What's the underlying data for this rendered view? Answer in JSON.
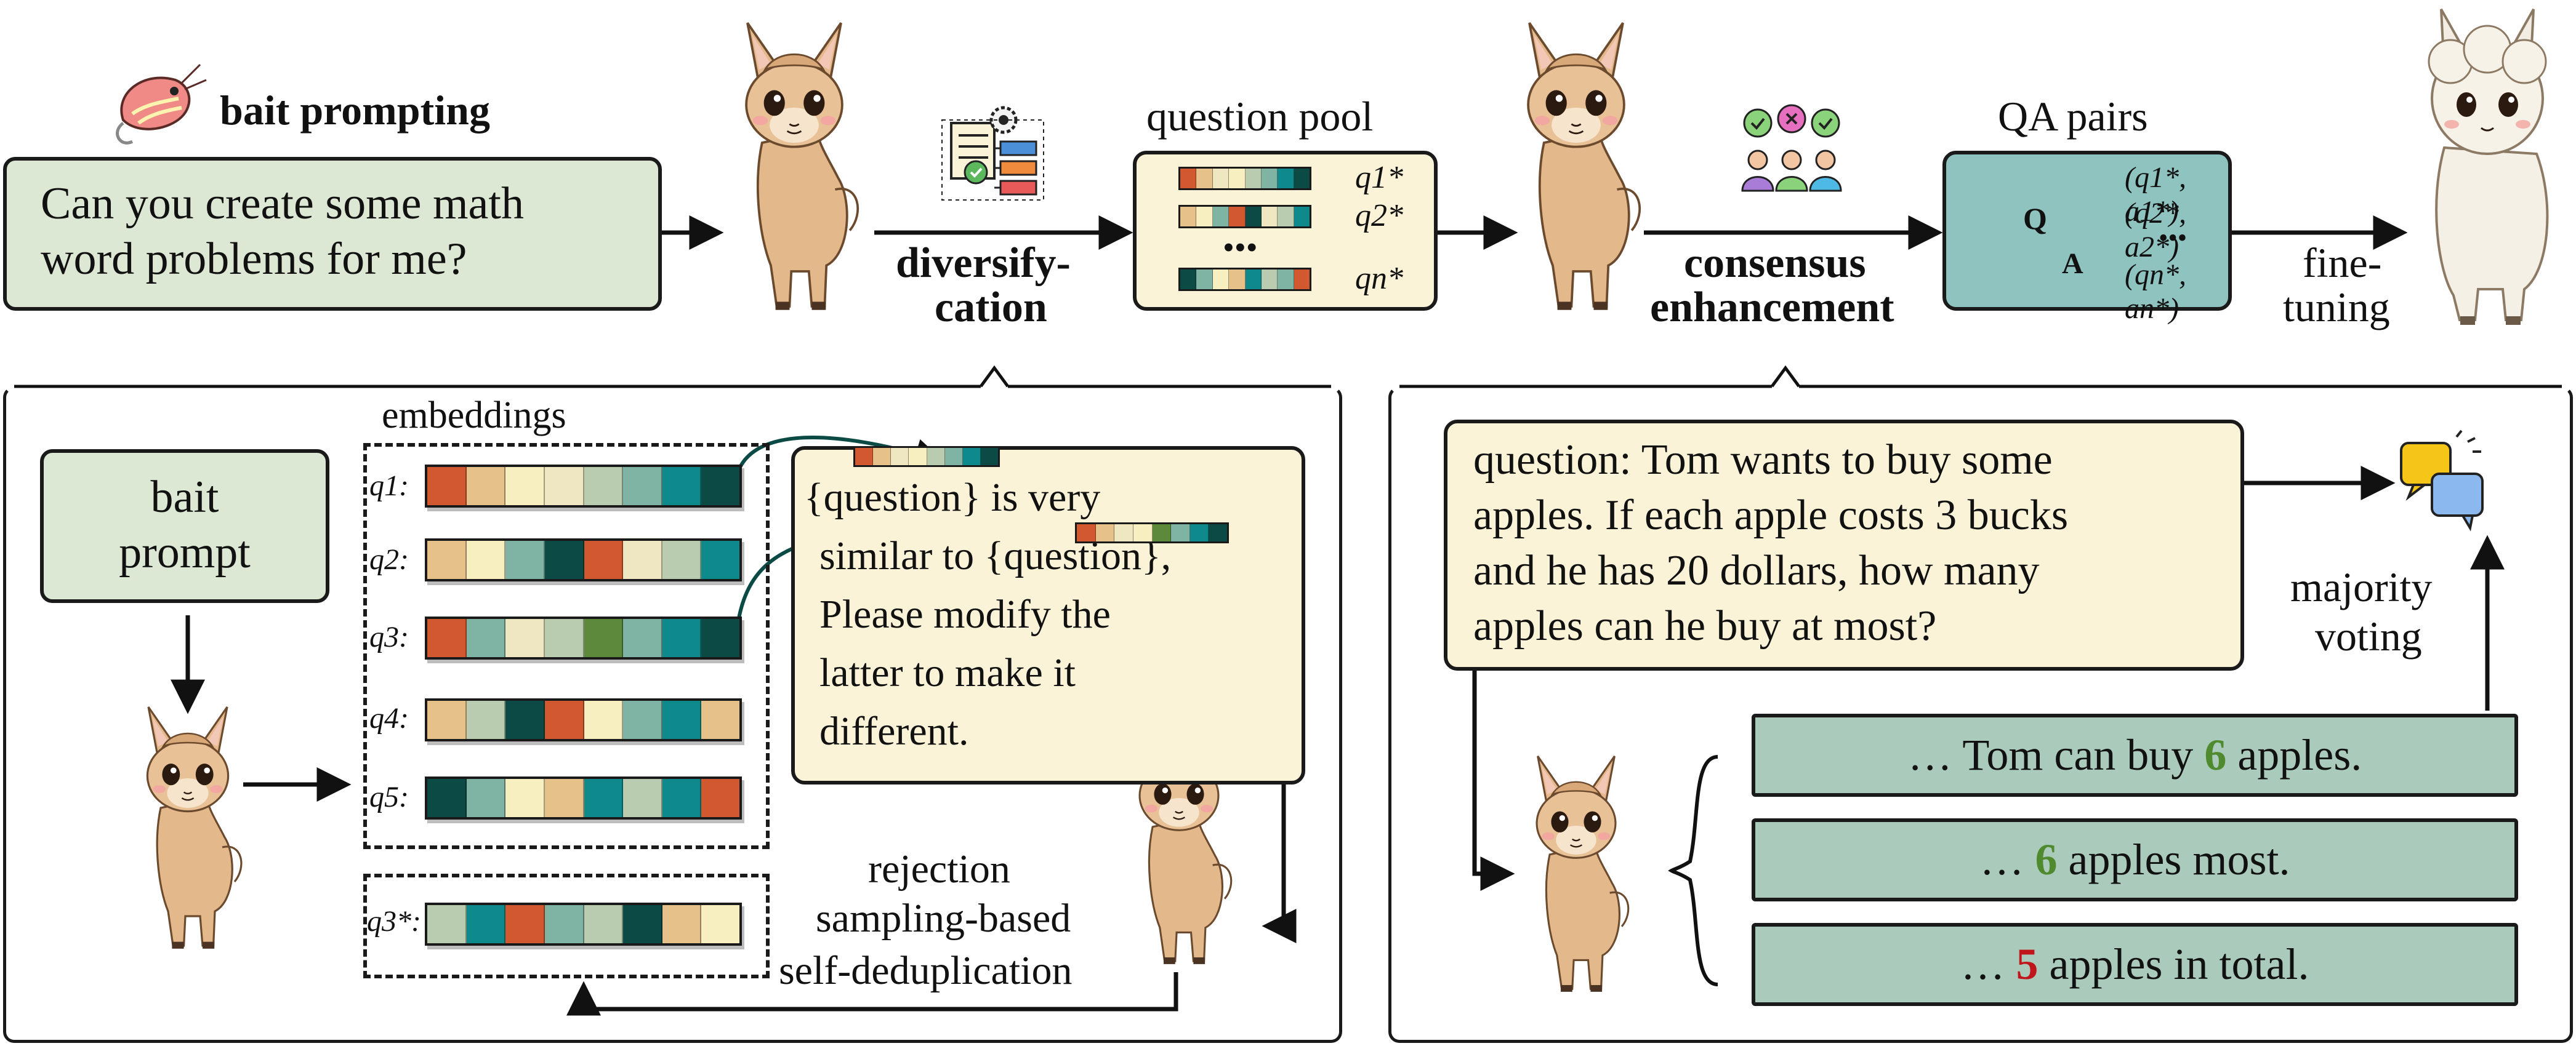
{
  "top": {
    "bait_title": "bait prompting",
    "prompt_line1": "Can you create some math",
    "prompt_line2": "word problems for me?",
    "diversify_line1": "diversify-",
    "diversify_line2": "cation",
    "question_pool_label": "question pool",
    "pool_tags": [
      "q1*",
      "q2*",
      "qn*"
    ],
    "pool_dots": "•••",
    "consensus_line1": "consensus",
    "consensus_line2": "enhancement",
    "qa_pairs_label": "QA pairs",
    "qa_items": [
      "(q1*, a1*)",
      "(q2*, a2*)",
      "(qn*, an*)"
    ],
    "qa_dots": "•••",
    "finetune_line1": "fine-",
    "finetune_line2": "tuning",
    "qa_badge_q": "Q",
    "qa_badge_a": "A"
  },
  "left_panel": {
    "bait_prompt_line1": "bait",
    "bait_prompt_line2": "prompt",
    "embeddings_label": "embeddings",
    "row_tags": [
      "q1:",
      "q2:",
      "q3:",
      "q4:",
      "q5:"
    ],
    "dedup_tag": "q3*:",
    "instruction_lines": [
      "{question} is very",
      "similar to {question},",
      "Please modify the",
      "latter to make it",
      "different."
    ],
    "rejection_lines": [
      "rejection",
      "sampling-based",
      "self-deduplication"
    ]
  },
  "right_panel": {
    "question_lines": [
      "question: Tom wants to buy some",
      "apples. If each apple costs 3 bucks",
      "and he has 20 dollars, how many",
      "apples can he buy at most?"
    ],
    "majority_line1": "majority",
    "majority_line2": "voting",
    "answers": [
      {
        "prefix": "… Tom can buy ",
        "num": "6",
        "suffix": " apples.",
        "color": "#4f8a2e"
      },
      {
        "prefix": "… ",
        "num": "6",
        "suffix": " apples most.",
        "color": "#4f8a2e"
      },
      {
        "prefix": "… ",
        "num": "5",
        "suffix": " apples in total.",
        "color": "#c0151b"
      }
    ]
  },
  "palette": {
    "orange": "#d2582f",
    "tan": "#e6c28a",
    "cream": "#f7efc0",
    "lightsage": "#b9ccb0",
    "sage": "#7fb3a3",
    "teal": "#0e8a8c",
    "dark": "#0b4a45",
    "green": "#5c8a3a",
    "beige": "#efe7c2",
    "pale": "#f3ecd0"
  },
  "strips": {
    "q1": [
      "orange",
      "tan",
      "cream",
      "beige",
      "lightsage",
      "sage",
      "teal",
      "dark"
    ],
    "q2": [
      "tan",
      "cream",
      "sage",
      "dark",
      "orange",
      "beige",
      "lightsage",
      "teal"
    ],
    "q3": [
      "orange",
      "sage",
      "beige",
      "lightsage",
      "green",
      "sage",
      "teal",
      "dark"
    ],
    "q4": [
      "tan",
      "lightsage",
      "dark",
      "orange",
      "cream",
      "sage",
      "teal",
      "tan"
    ],
    "q5": [
      "dark",
      "sage",
      "cream",
      "tan",
      "teal",
      "lightsage",
      "teal",
      "orange"
    ],
    "q3star": [
      "lightsage",
      "teal",
      "orange",
      "sage",
      "lightsage",
      "dark",
      "tan",
      "cream"
    ],
    "pool1": [
      "orange",
      "tan",
      "beige",
      "cream",
      "lightsage",
      "sage",
      "teal",
      "dark"
    ],
    "pool2": [
      "tan",
      "cream",
      "sage",
      "orange",
      "dark",
      "beige",
      "lightsage",
      "teal"
    ],
    "pooln": [
      "dark",
      "sage",
      "cream",
      "tan",
      "teal",
      "lightsage",
      "sage",
      "orange"
    ],
    "mini1": [
      "orange",
      "tan",
      "beige",
      "cream",
      "lightsage",
      "sage",
      "teal",
      "dark"
    ],
    "mini2": [
      "orange",
      "tan",
      "beige",
      "cream",
      "green",
      "sage",
      "teal",
      "dark"
    ]
  },
  "icons": [
    "shrimp-bait-icon",
    "llama-icon",
    "diversification-flowchart-icon",
    "consensus-people-icon",
    "qa-bubbles-icon",
    "fluffy-llama-icon"
  ]
}
